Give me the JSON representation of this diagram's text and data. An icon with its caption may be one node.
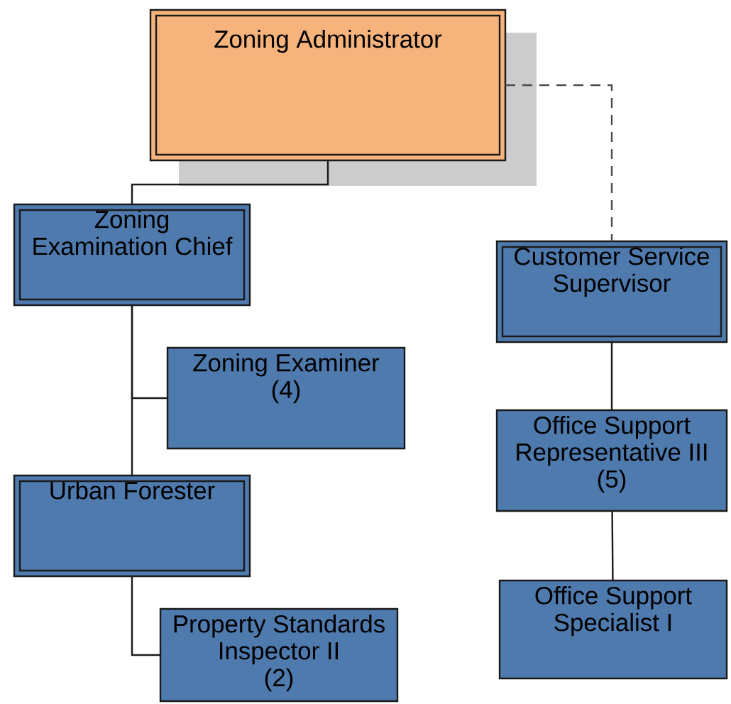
{
  "diagram": {
    "nodes": [
      {
        "text": [
          "Zoning Administrator"
        ]
      },
      {
        "text": [
          "Zoning Examination Chief"
        ]
      },
      {
        "text": [
          "Zoning Examiner",
          "(4)"
        ]
      },
      {
        "text": [
          "Urban Forester"
        ]
      },
      {
        "text": [
          "Property Standards Inspector II",
          "(2)"
        ]
      },
      {
        "text": [
          "Customer Service Supervisor"
        ]
      },
      {
        "text": [
          "Office Support Representative III",
          "(5)"
        ]
      },
      {
        "text": [
          "Office Support Specialist I"
        ]
      }
    ],
    "edges": [
      {
        "from": 0,
        "to": 1,
        "arrow": "none"
      },
      {
        "from": 1,
        "to": 2,
        "arrow": "none"
      },
      {
        "from": 1,
        "to": 3,
        "arrow": "none"
      },
      {
        "from": 3,
        "to": 4,
        "arrow": "none"
      },
      {
        "from": 0,
        "to": 5,
        "arrow": "none",
        "style": "dashed"
      },
      {
        "from": 5,
        "to": 6,
        "arrow": "none"
      },
      {
        "from": 6,
        "to": 7,
        "arrow": "none"
      }
    ]
  }
}
